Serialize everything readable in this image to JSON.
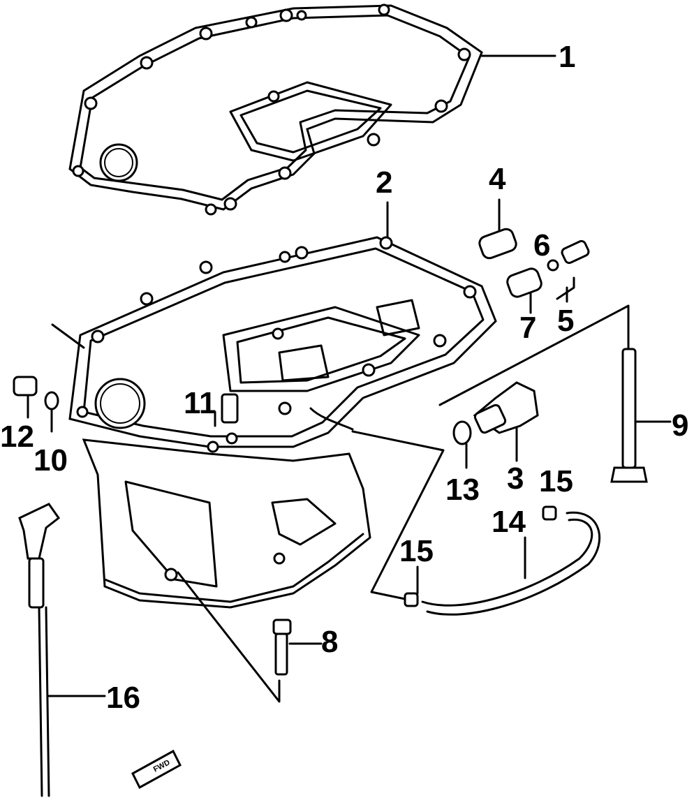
{
  "diagram": {
    "callouts": [
      {
        "id": "c1",
        "text": "1"
      },
      {
        "id": "c2",
        "text": "2"
      },
      {
        "id": "c3",
        "text": "3"
      },
      {
        "id": "c4",
        "text": "4"
      },
      {
        "id": "c5",
        "text": "5"
      },
      {
        "id": "c6",
        "text": "6"
      },
      {
        "id": "c7",
        "text": "7"
      },
      {
        "id": "c8",
        "text": "8"
      },
      {
        "id": "c9",
        "text": "9"
      },
      {
        "id": "c10",
        "text": "10"
      },
      {
        "id": "c11",
        "text": "11"
      },
      {
        "id": "c12",
        "text": "12"
      },
      {
        "id": "c13",
        "text": "13"
      },
      {
        "id": "c14",
        "text": "14"
      },
      {
        "id": "c15a",
        "text": "15"
      },
      {
        "id": "c15b",
        "text": "15"
      },
      {
        "id": "c16",
        "text": "16"
      }
    ],
    "direction_tag": "FWD"
  }
}
